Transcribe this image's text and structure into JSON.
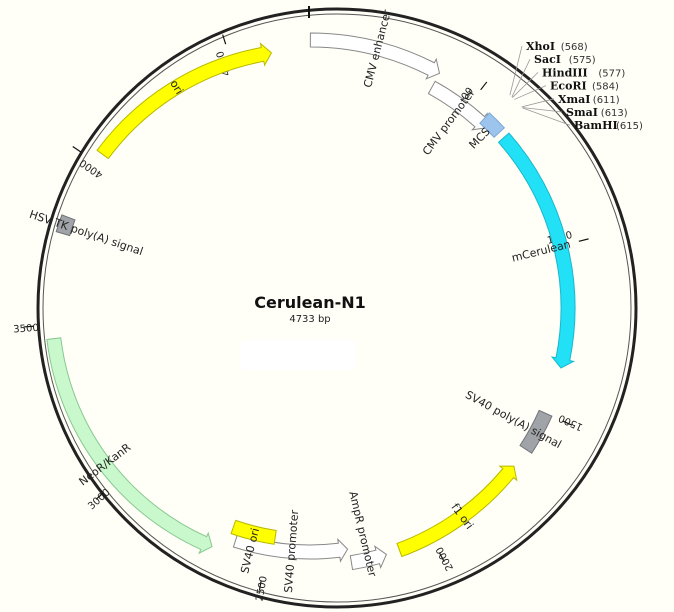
{
  "plasmid": {
    "name": "Cerulean-N1",
    "size_label": "4733 bp",
    "length": 4733
  },
  "ticks": [
    {
      "pos": 500,
      "label": "500"
    },
    {
      "pos": 1000,
      "label": "1000"
    },
    {
      "pos": 1500,
      "label": "1500"
    },
    {
      "pos": 2000,
      "label": "2000"
    },
    {
      "pos": 2500,
      "label": "2500"
    },
    {
      "pos": 3000,
      "label": "3000"
    },
    {
      "pos": 3500,
      "label": "3500"
    },
    {
      "pos": 4000,
      "label": "4000"
    },
    {
      "pos": 4500,
      "label": "4500"
    }
  ],
  "features": [
    {
      "id": "cmv-enhancer",
      "label": "CMV enhancer",
      "start": 1,
      "end": 380,
      "dir": 1,
      "color": "#ffffff",
      "stroke": "#888888"
    },
    {
      "id": "cmv-promoter",
      "label": "CMV promoter",
      "start": 380,
      "end": 583,
      "dir": 1,
      "color": "#ffffff",
      "stroke": "#888888"
    },
    {
      "id": "mcs",
      "label": "MCS",
      "start": 560,
      "end": 620,
      "dir": 0,
      "color": "#9cc4ec",
      "stroke": "#7aa8d8"
    },
    {
      "id": "mcerulean",
      "label": "mCerulean",
      "start": 640,
      "end": 1360,
      "dir": 1,
      "color": "#22e0f6",
      "stroke": "#18b8cc"
    },
    {
      "id": "sv40-polya",
      "label": "SV40 poly(A) signal",
      "start": 1500,
      "end": 1620,
      "dir": 0,
      "color": "#a0a4a8",
      "stroke": "#707478"
    },
    {
      "id": "f1-ori",
      "label": "f1 ori",
      "start": 1680,
      "end": 2100,
      "dir": -1,
      "color": "#ffff00",
      "stroke": "#b8b800"
    },
    {
      "id": "ampr-promoter",
      "label": "AmpR promoter",
      "start": 2140,
      "end": 2245,
      "dir": -1,
      "color": "#ffffff",
      "stroke": "#888888"
    },
    {
      "id": "sv40-promoter",
      "label": "SV40 promoter",
      "start": 2250,
      "end": 2600,
      "dir": -1,
      "color": "#ffffff",
      "stroke": "#888888"
    },
    {
      "id": "sv40-ori",
      "label": "SV40 ori",
      "start": 2480,
      "end": 2620,
      "dir": 0,
      "color": "#ffff00",
      "stroke": "#b8b800"
    },
    {
      "id": "neor-kanr",
      "label": "NeoR/KanR",
      "start": 2660,
      "end": 3460,
      "dir": -1,
      "color": "#c8f8cc",
      "stroke": "#88c890"
    },
    {
      "id": "hsv-tk-polya",
      "label": "HSV TK poly(A) signal",
      "start": 3770,
      "end": 3820,
      "dir": 0,
      "color": "#a0a4a8",
      "stroke": "#707478"
    },
    {
      "id": "ori",
      "label": "ori",
      "start": 4030,
      "end": 4620,
      "dir": 1,
      "color": "#ffff00",
      "stroke": "#b8b800"
    }
  ],
  "sites": [
    {
      "name": "XhoI",
      "pos_label": "(568)",
      "pos": 568
    },
    {
      "name": "SacI",
      "pos_label": "(575)",
      "pos": 575
    },
    {
      "name": "HindIII",
      "pos_label": "(577)",
      "pos": 577
    },
    {
      "name": "EcoRI",
      "pos_label": "(584)",
      "pos": 584
    },
    {
      "name": "XmaI",
      "pos_label": "(611)",
      "pos": 611
    },
    {
      "name": "SmaI",
      "pos_label": "(613)",
      "pos": 613
    },
    {
      "name": "BamHI",
      "pos_label": "(615)",
      "pos": 615
    }
  ]
}
